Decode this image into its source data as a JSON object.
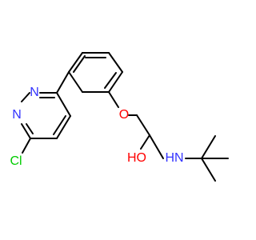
{
  "atom_labels": {
    "chlorine": "Cl",
    "ring_nitrogen_upper": "N",
    "ring_nitrogen_lower": "N",
    "ether_oxygen": "O",
    "hydroxyl": "HO",
    "amine": "HN"
  },
  "colors": {
    "bonds": "#000000",
    "carbon_text": "#000000",
    "nitrogen_text": "#3333ff",
    "oxygen_text": "#ff0000",
    "chlorine_text": "#00cc00"
  }
}
